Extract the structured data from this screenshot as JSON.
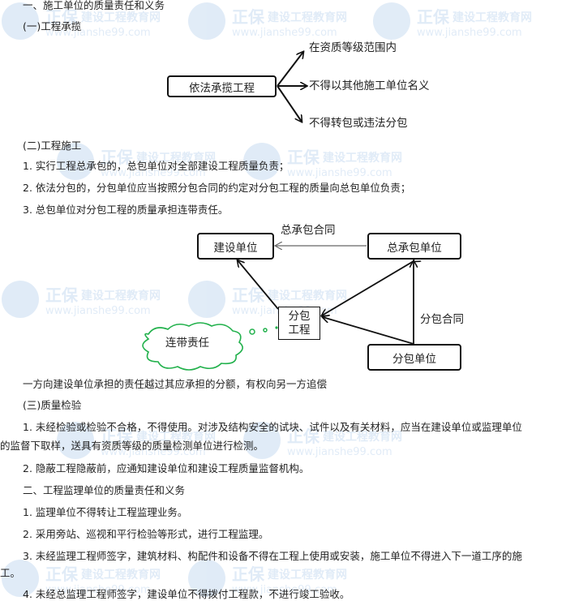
{
  "watermark": {
    "brand": "正保",
    "name": "建设工程教育网",
    "url": "www.jianshe99.com"
  },
  "section1": {
    "title": "一、施工单位的质量责任和义务",
    "sub1": {
      "title": "(一)工程承揽",
      "diagram": {
        "center": "依法承揽工程",
        "branches": [
          "在资质等级范围内",
          "不得以其他施工单位名义",
          "不得转包或违法分包"
        ]
      }
    },
    "sub2": {
      "title": "(二)工程施工",
      "items": [
        "1. 实行工程总承包的，总包单位对全部建设工程质量负责；",
        "2. 依法分包的，分包单位应当按照分包合同的约定对分包工程的质量向总包单位负责；",
        "3. 总包单位对分包工程的质量承担连带责任。"
      ],
      "diagram": {
        "owner": "建设单位",
        "general_contractor": "总承包单位",
        "general_contract": "总承包合同",
        "sub_work_line1": "分包",
        "sub_work_line2": "工程",
        "subcontractor": "分包单位",
        "sub_contract": "分包合同",
        "joint_liability": "连带责任"
      },
      "note": "一方向建设单位承担的责任越过其应承担的分额，有权向另一方追偿"
    },
    "sub3": {
      "title": "(三)质量检验",
      "item1_line1": "1. 未经检验或检验不合格，不得使用。对涉及结构安全的试块、试件以及有关材料，应当在建设单位或监理单位",
      "item1_line2": "的监督下取样，送具有资质等级的质量检测单位进行检测。",
      "item2": "2. 隐蔽工程隐蔽前，应通知建设单位和建设工程质量监督机构。"
    }
  },
  "section2": {
    "title": "二、工程监理单位的质量责任和义务",
    "item1": "1. 监理单位不得转让工程监理业务。",
    "item2": "2. 采用旁站、巡视和平行检验等形式，进行工程监理。",
    "item3_line1": "3. 未经监理工程师签字，建筑材料、构配件和设备不得在工程上使用或安装，施工单位不得进入下一道工序的施",
    "item3_line2": "工。",
    "item4": "4. 未经总监理工程师签字，建设单位不得拨付工程款，不进行竣工验收。"
  },
  "colors": {
    "cloud": "#22b14c",
    "watermark": "#1a6bc4"
  }
}
